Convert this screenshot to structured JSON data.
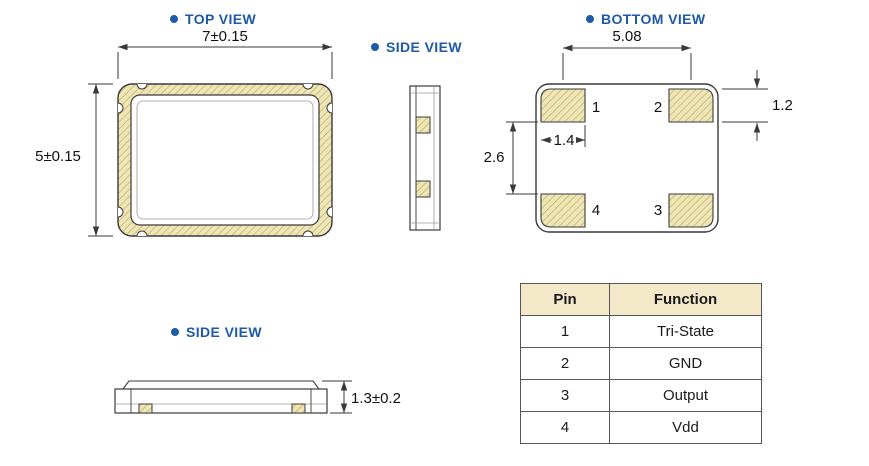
{
  "colors": {
    "label_blue": "#1e5aa8",
    "line": "#3a3a3a",
    "pad_fill": "#efe6b8",
    "pad_hatch_line": "#bfae62",
    "table_header_bg": "#f3e9c9"
  },
  "views": {
    "top": {
      "label": "TOP VIEW",
      "dim_width": "7±0.15",
      "dim_height": "5±0.15"
    },
    "side_upper": {
      "label": "SIDE VIEW"
    },
    "bottom": {
      "label": "BOTTOM VIEW",
      "dim_pad_pitch": "5.08",
      "dim_pad_height": "1.2",
      "dim_row_gap": "2.6",
      "dim_pad_width": "1.4",
      "pins": {
        "top_left": "1",
        "top_right": "2",
        "bottom_right": "3",
        "bottom_left": "4"
      }
    },
    "side_lower": {
      "label": "SIDE VIEW",
      "dim_height": "1.3±0.2"
    }
  },
  "pin_table": {
    "headers": [
      "Pin",
      "Function"
    ],
    "rows": [
      [
        "1",
        "Tri-State"
      ],
      [
        "2",
        "GND"
      ],
      [
        "3",
        "Output"
      ],
      [
        "4",
        "Vdd"
      ]
    ]
  }
}
